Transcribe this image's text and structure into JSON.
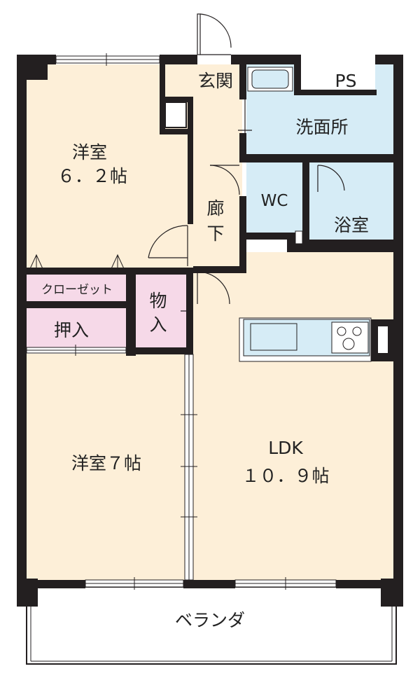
{
  "rooms": {
    "western1_name": "洋室",
    "western1_size": "６．２帖",
    "western2": "洋室７帖",
    "entrance": "玄関",
    "ps": "PS",
    "washroom": "洗面所",
    "wc": "WC",
    "bath": "浴室",
    "hallway_1": "廊",
    "hallway_2": "下",
    "closet": "クローゼット",
    "oshiire": "押入",
    "storage_1": "物",
    "storage_2": "入",
    "ldk_name": "LDK",
    "ldk_size": "１０．９帖",
    "veranda": "ベランダ"
  },
  "colors": {
    "western": "#fdefd8",
    "wet_area": "#d6ecf6",
    "storage": "#f6d9e8",
    "wall": "#231f20",
    "veranda": "#ffffff"
  }
}
